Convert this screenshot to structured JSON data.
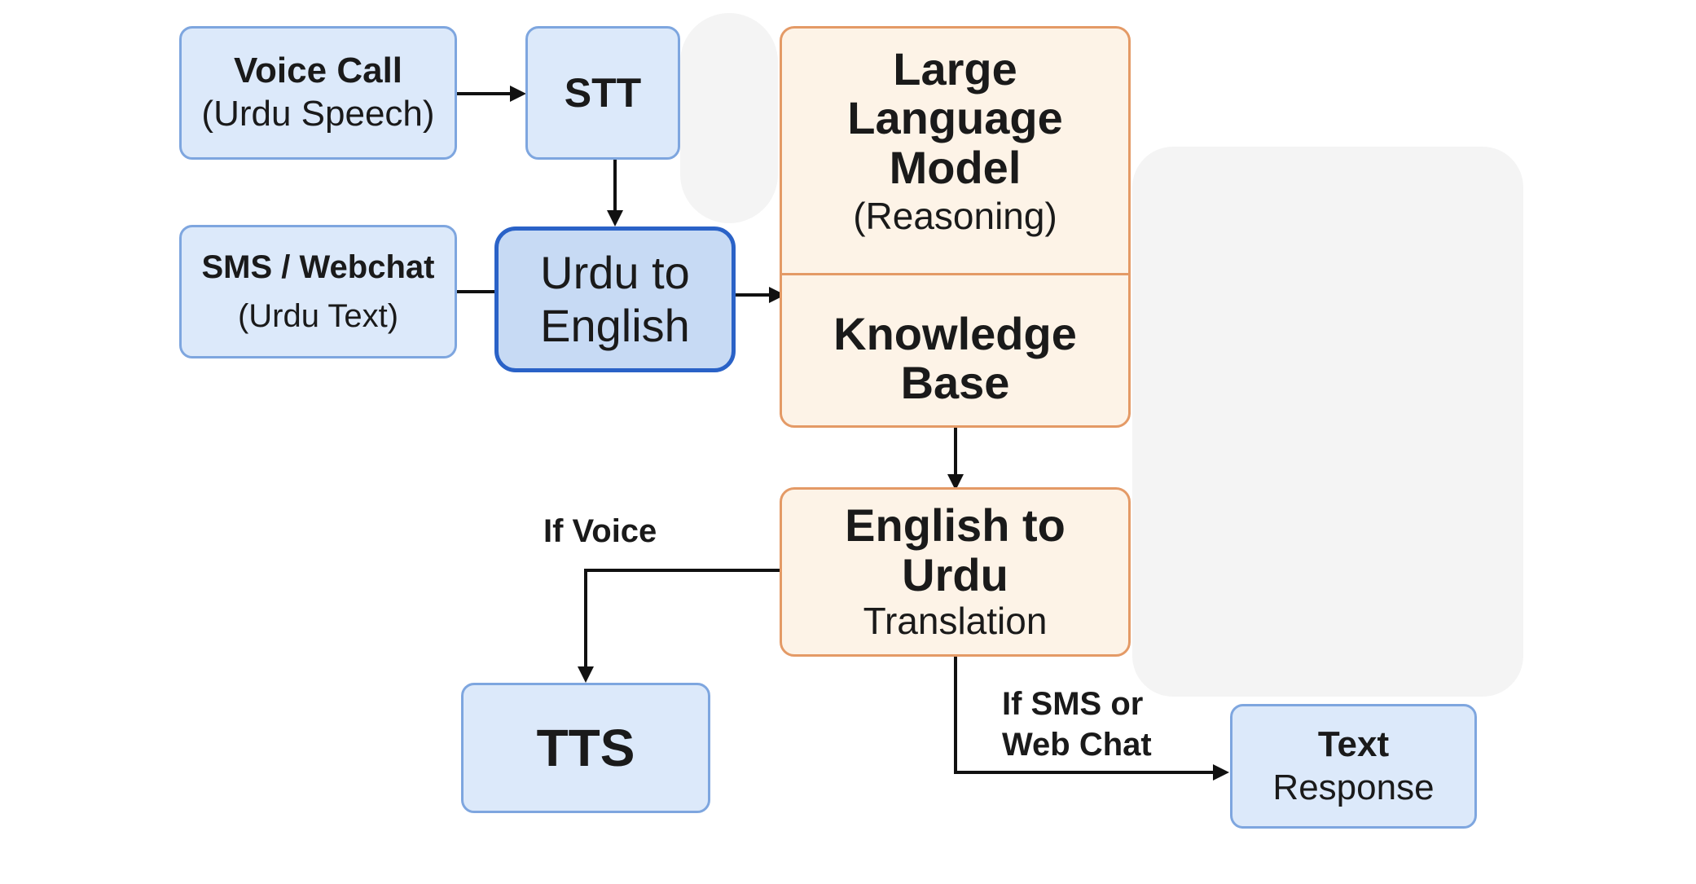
{
  "voice_call": {
    "title": "Voice Call",
    "sub": "(Urdu Speech)"
  },
  "stt": {
    "title": "STT"
  },
  "sms_webchat": {
    "title": "SMS / Webchat",
    "sub": "(Urdu Text)"
  },
  "urdu_to_english": {
    "line1": "Urdu to",
    "line2": "English"
  },
  "llm": {
    "line1": "Large",
    "line2": "Language",
    "line3": "Model",
    "sub": "(Reasoning)"
  },
  "knowledge_base": {
    "line1": "Knowledge",
    "line2": "Base"
  },
  "english_to_urdu": {
    "line1": "English to",
    "line2": "Urdu",
    "sub": "Translation"
  },
  "tts": {
    "title": "TTS"
  },
  "text_response": {
    "title": "Text",
    "sub": "Response"
  },
  "labels": {
    "if_voice": "If Voice",
    "if_sms_line1": "If SMS or",
    "if_sms_line2": "Web Chat"
  },
  "colors": {
    "blue_fill": "#dce9fa",
    "blue_border": "#7ea6df",
    "accent_blue": "#2a62c7",
    "orange_fill": "#fdf3e7",
    "orange_border": "#e49a66"
  }
}
